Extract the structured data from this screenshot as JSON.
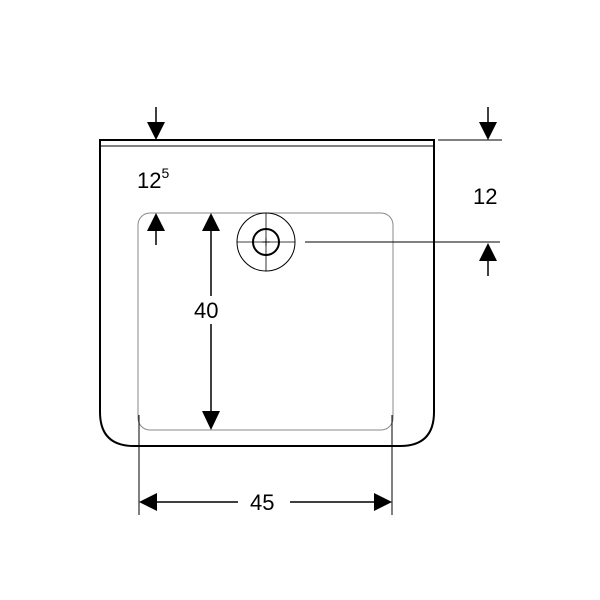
{
  "dimensions": {
    "top_offset": {
      "value": "12",
      "superscript": "5"
    },
    "drain_offset": {
      "value": "12"
    },
    "depth": {
      "value": "40"
    },
    "width": {
      "value": "45"
    }
  },
  "colors": {
    "line": "#000000",
    "background": "#ffffff",
    "inner_outline": "#8a8a8a"
  }
}
